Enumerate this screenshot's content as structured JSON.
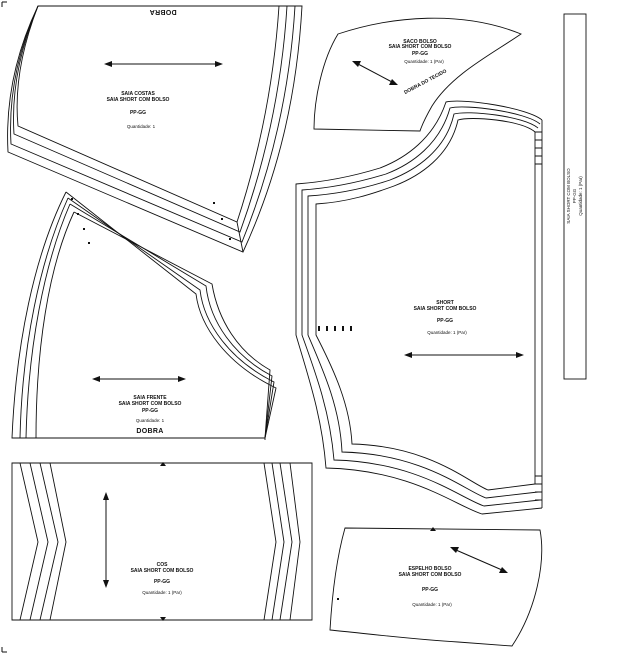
{
  "colors": {
    "line": "#111111",
    "paper": "#ffffff"
  },
  "pieces": {
    "back": {
      "fold": "DOBRA",
      "name": "SAIA COSTAS",
      "model": "SAIA SHORT COM BOLSO",
      "sizes": "PP-GG",
      "qty": "Quantidade: 1"
    },
    "front": {
      "fold": "DOBRA",
      "name": "SAIA FRENTE",
      "model": "SAIA SHORT COM BOLSO",
      "sizes": "PP-GG",
      "qty": "Quantidade: 1"
    },
    "waistband": {
      "name": "COS",
      "model": "SAIA SHORT COM BOLSO",
      "sizes": "PP-GG",
      "qty": "Quantidade: 1 (Par)"
    },
    "pocket_bag": {
      "name": "SACO BOLSO",
      "model": "SAIA SHORT COM BOLSO",
      "sizes": "PP-GG",
      "qty": "Quantidade: 1 (Par)",
      "edge_note": "DOBRA DO TECIDO"
    },
    "shorts": {
      "name": "SHORT",
      "model": "SAIA SHORT COM BOLSO",
      "sizes": "PP-GG",
      "qty": "Quantidade: 1 (Par)"
    },
    "pocket_facing": {
      "name": "ESPELHO BOLSO",
      "model": "SAIA SHORT COM BOLSO",
      "sizes": "PP-GG",
      "qty": "Quantidade: 1 (Par)"
    },
    "strip": {
      "model": "SAIA SHORT COM BOLSO",
      "sizes": "PP-GG",
      "qty": "Quantidade: 1 (Par)"
    }
  }
}
